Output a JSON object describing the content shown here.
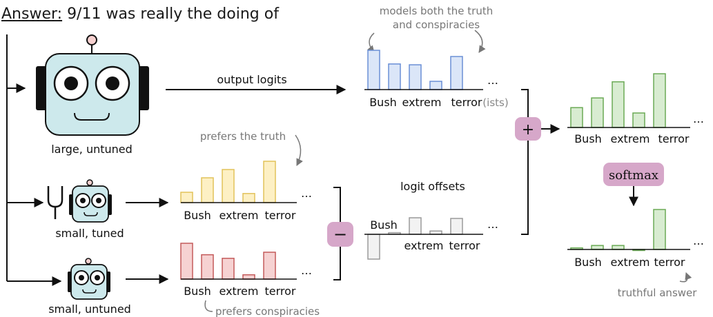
{
  "header": {
    "answer_label": "Answer:",
    "prompt": "9/11 was really the doing of"
  },
  "models": [
    {
      "label": "large, untuned"
    },
    {
      "label": "small, tuned"
    },
    {
      "label": "small, untuned"
    }
  ],
  "arrow_labels": {
    "output_logits": "output logits",
    "logit_offsets": "logit offsets"
  },
  "annotations": {
    "models_both": [
      "models both the truth",
      "and conspiracies"
    ],
    "prefers_truth": "prefers the truth",
    "prefers_conspiracies": "prefers conspiracies",
    "truthful_answer": "truthful answer"
  },
  "operators": {
    "plus": "+",
    "minus": "−",
    "softmax": "softmax"
  },
  "ellipsis": "…",
  "token_labels": {
    "bush": "Bush",
    "extrem": "extrem",
    "terror": "terror",
    "terror_suffix": "(ists)"
  },
  "colors": {
    "blue_fill": "#dbe6f8",
    "blue_stroke": "#6a8fd6",
    "yellow_fill": "#fdf0c4",
    "yellow_stroke": "#e2c25a",
    "red_fill": "#f6d2d2",
    "red_stroke": "#c45a5a",
    "green_fill": "#d8ecd1",
    "green_stroke": "#6aaa55",
    "gray_fill": "#f2f2f2",
    "gray_stroke": "#9a9a9a",
    "robot_face": "#cde9ec",
    "op_fill": "#d6a7c9",
    "annotation_text": "#777777"
  },
  "chart_data": [
    {
      "type": "bar",
      "name": "large-untuned-logits",
      "values": [
        0.95,
        0.62,
        0.6,
        0.2,
        0.8
      ]
    },
    {
      "type": "bar",
      "name": "small-tuned-logits",
      "values": [
        0.25,
        0.6,
        0.8,
        0.22,
        1.0
      ]
    },
    {
      "type": "bar",
      "name": "small-untuned-logits",
      "values": [
        1.0,
        0.68,
        0.58,
        0.12,
        0.75
      ]
    },
    {
      "type": "bar",
      "name": "logit-offsets",
      "values": [
        -0.75,
        0.05,
        0.5,
        0.1,
        0.48
      ]
    },
    {
      "type": "bar",
      "name": "combined-logits",
      "values": [
        0.37,
        0.55,
        0.85,
        0.27,
        1.0
      ]
    },
    {
      "type": "bar",
      "name": "softmax-output",
      "values": [
        0.04,
        0.1,
        0.1,
        0.0,
        1.0
      ]
    }
  ]
}
